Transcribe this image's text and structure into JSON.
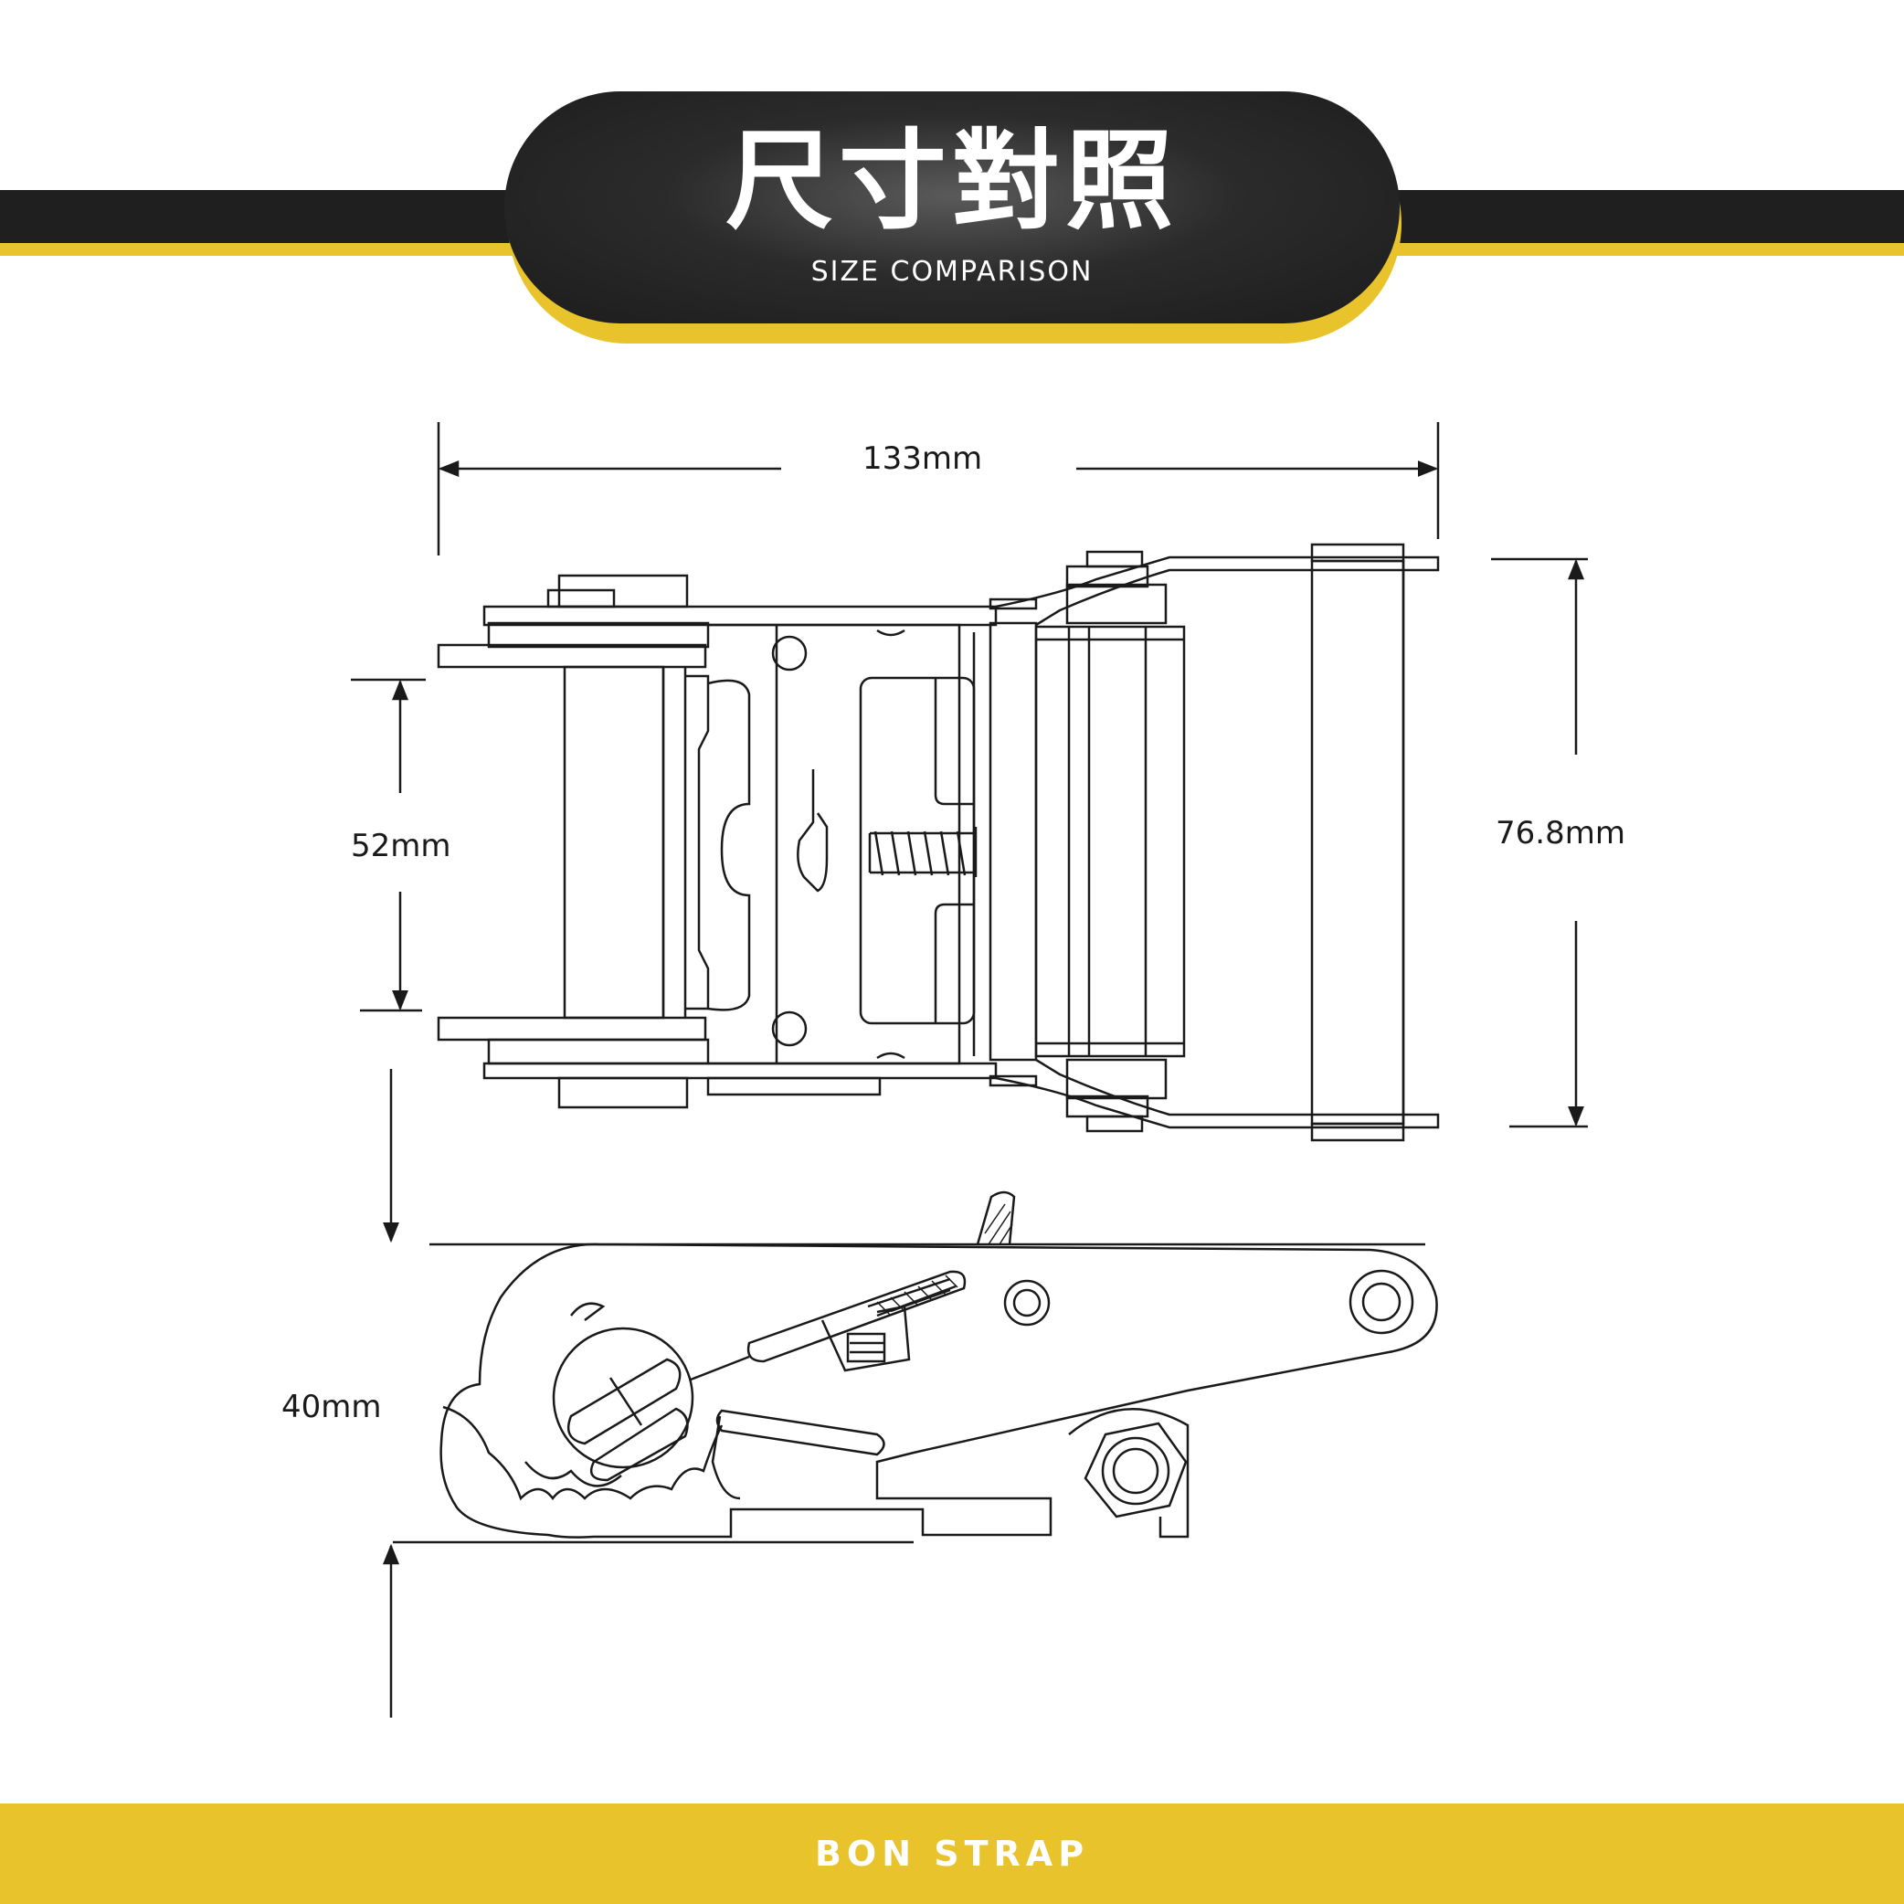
{
  "header": {
    "title": "尺寸對照",
    "subtitle": "SIZE COMPARISON"
  },
  "dimensions": {
    "width": "133mm",
    "inner_height": "52mm",
    "overall_height": "76.8mm",
    "thickness": "40mm"
  },
  "footer": {
    "brand": "BON STRAP"
  },
  "colors": {
    "accent_yellow": "#e8c32b",
    "band_black": "#1f1f1f",
    "line": "#1a1a1a"
  }
}
